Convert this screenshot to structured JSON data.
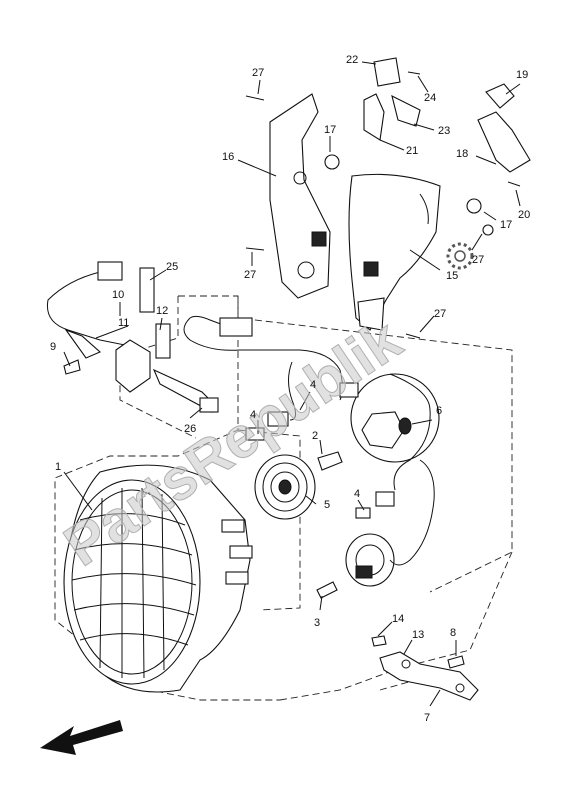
{
  "diagram": {
    "callouts": [
      "1",
      "2",
      "3",
      "4",
      "4",
      "4",
      "5",
      "6",
      "7",
      "8",
      "9",
      "10",
      "11",
      "12",
      "13",
      "14",
      "15",
      "16",
      "17",
      "17",
      "18",
      "19",
      "20",
      "21",
      "22",
      "23",
      "24",
      "25",
      "26",
      "27",
      "27",
      "27",
      "27"
    ],
    "watermark": "PartsRepublik",
    "colors": {
      "line": "#111111",
      "watermark": "#c8c8c8",
      "background": "#ffffff"
    },
    "icons": {
      "front_arrow": "direction-arrow-icon",
      "logo_gear": "gear-logo-icon"
    }
  }
}
